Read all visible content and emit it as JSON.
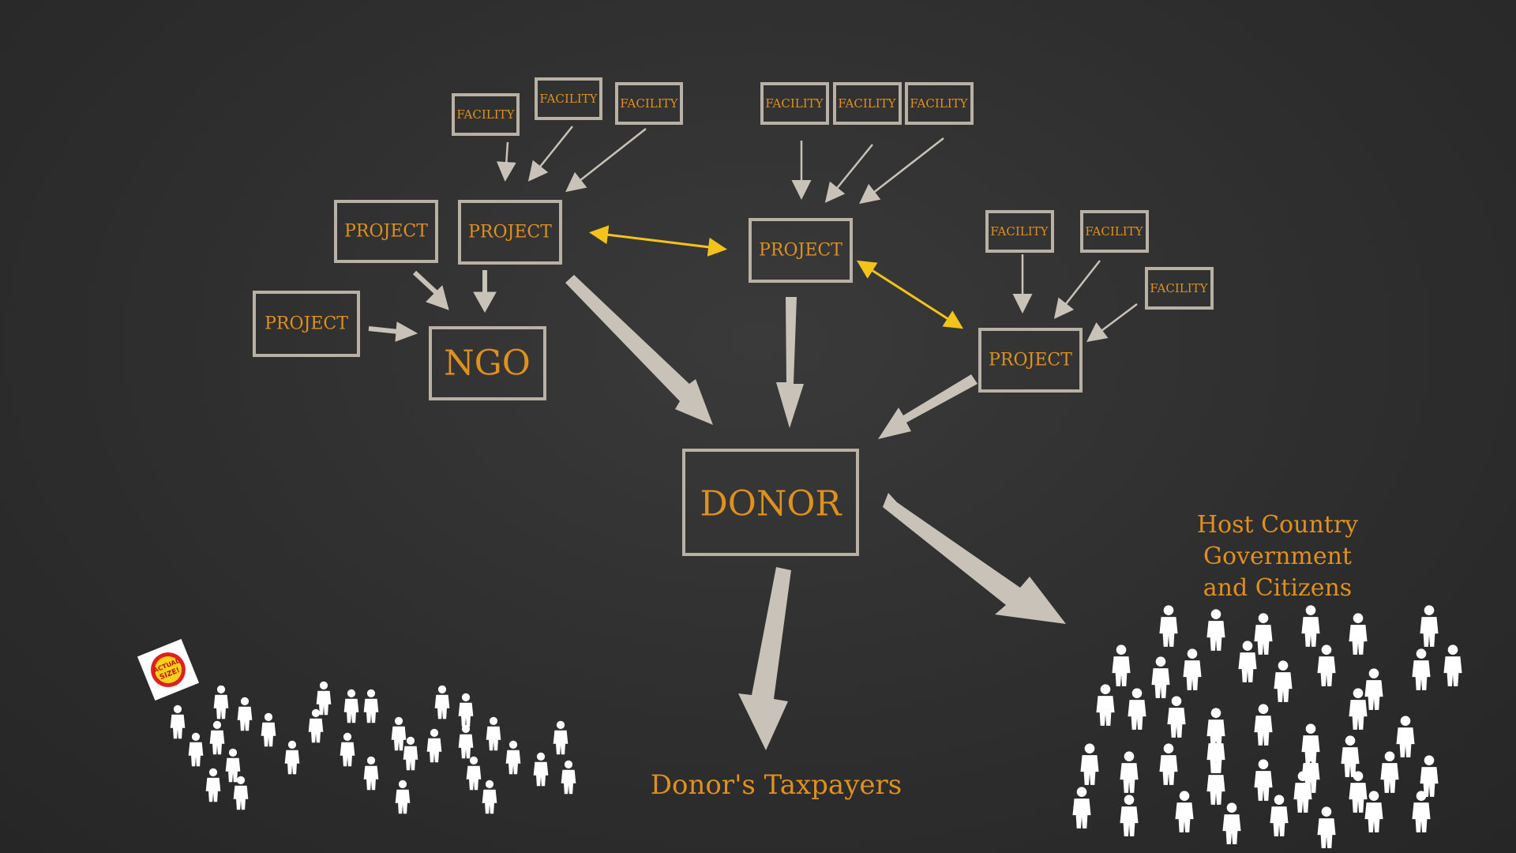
{
  "nodes": {
    "facility_label": "FACILITY",
    "project_label": "PROJECT",
    "ngo_label": "NGO",
    "donor_label": "DONOR"
  },
  "labels": {
    "taxpayers": "Donor's Taxpayers",
    "host_line1": "Host Country",
    "host_line2": "Government",
    "host_line3": "and Citizens",
    "sticker_line1": "ACTUAL",
    "sticker_line2": "SIZE!"
  },
  "colors": {
    "background": "#2f2f2f",
    "chalk_line": "#b9b1a6",
    "text_orange": "#e0901c",
    "link_yellow": "#f2c318",
    "people": "#ffffff"
  }
}
